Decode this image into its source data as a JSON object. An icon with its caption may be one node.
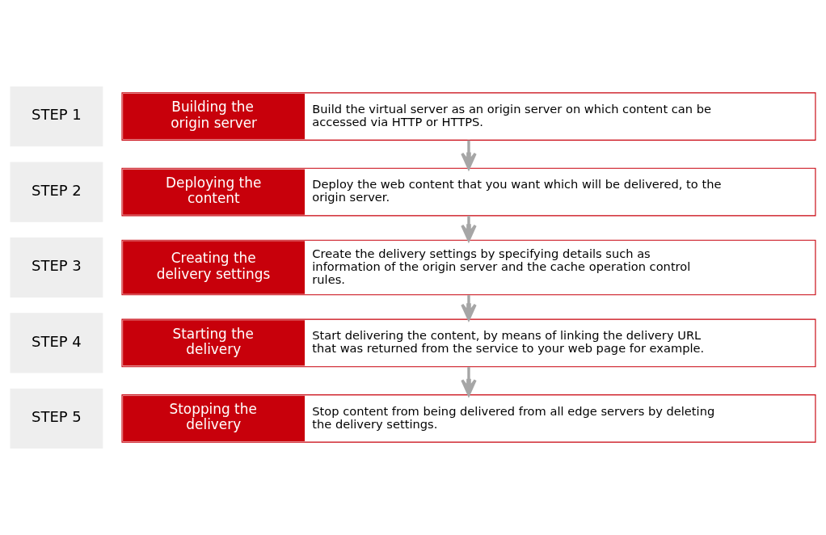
{
  "diagram": {
    "nodes": [
      {
        "text": [
          "Building the origin server",
          "Build the virtual server as an origin server on which content can be accessed via HTTP or HTTPS."
        ],
        "beside": [
          "STEP 1"
        ]
      },
      {
        "text": [
          "Deploying the content",
          "Deploy the web content that you want which will be delivered, to the origin server."
        ],
        "beside": [
          "STEP 2"
        ]
      },
      {
        "text": [
          "Creating the delivery settings",
          "Create the delivery settings by specifying details such as information of the origin server and the cache operation control rules."
        ],
        "beside": [
          "STEP 3"
        ]
      },
      {
        "text": [
          "Starting the delivery",
          "Start delivering the content, by means of linking the delivery URL that was returned from the service to your web page for example."
        ],
        "beside": [
          "STEP 4"
        ]
      },
      {
        "text": [
          "Stopping the delivery",
          "Stop content from being delivered from all edge servers by deleting the delivery settings."
        ],
        "beside": [
          "STEP 5"
        ]
      }
    ],
    "edges": [
      {
        "from": 0,
        "to": 1,
        "arrow": "to"
      },
      {
        "from": 1,
        "to": 2,
        "arrow": "to"
      },
      {
        "from": 2,
        "to": 3,
        "arrow": "to"
      },
      {
        "from": 3,
        "to": 4,
        "arrow": "to"
      }
    ]
  }
}
